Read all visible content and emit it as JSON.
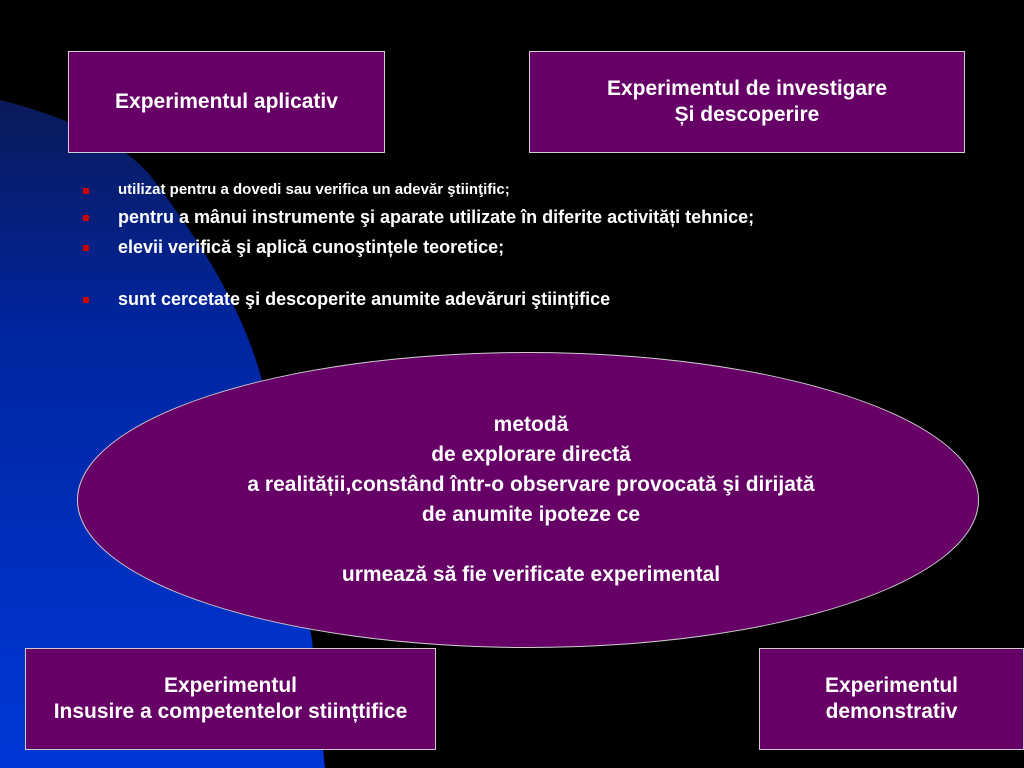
{
  "boxes": {
    "aplicativ": {
      "lines": [
        "Experimentul aplicativ"
      ]
    },
    "investigare": {
      "lines": [
        "Experimentul de investigare",
        "Și descoperire"
      ]
    },
    "insusire": {
      "lines": [
        "Experimentul",
        "Insusire a competentelor stiințtifice"
      ]
    },
    "demonstrativ": {
      "lines": [
        "Experimentul",
        "demonstrativ"
      ]
    }
  },
  "bullets": [
    "utilizat pentru a dovedi sau verifica un adevăr ştiinţific;",
    "pentru a mânui instrumente şi aparate utilizate în diferite activități tehnice;",
    "elevii verifică şi aplică cunoştințele teoretice;",
    "sunt cercetate şi descoperite anumite adevăruri ştiințifice"
  ],
  "ellipse": {
    "lines": [
      "metodă",
      "de explorare directă",
      "a realității,constând într-o observare provocată şi dirijată",
      "de anumite ipoteze ce"
    ],
    "last_line": "urmează să fie verificate experimental"
  },
  "colors": {
    "background": "#000000",
    "blue_shape": "#0033cc",
    "box_fill": "#660066",
    "border": "#cfcfcf",
    "text": "#ffffff",
    "bullet_marker": "#cc0000"
  }
}
